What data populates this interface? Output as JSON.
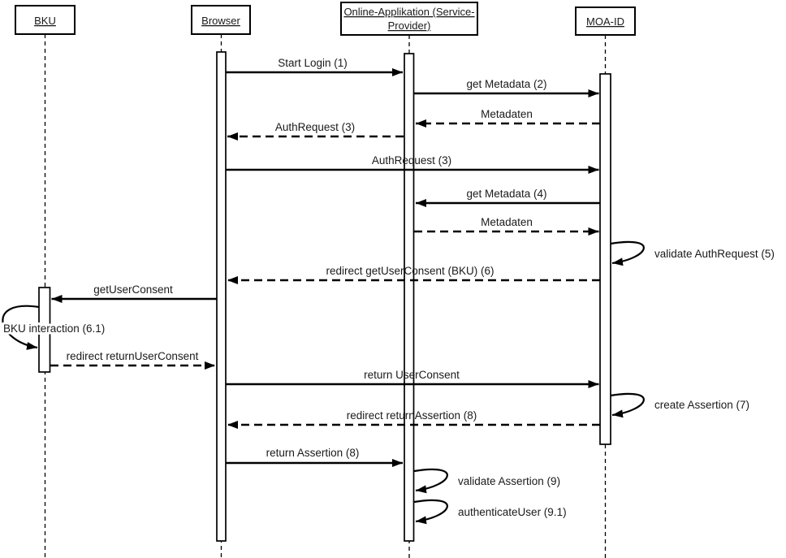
{
  "diagram": {
    "type": "uml-sequence-diagram",
    "colors": {
      "line": "#000000",
      "background": "#ffffff",
      "text": "#1a1a1a"
    },
    "actors": {
      "bku": {
        "label": "BKU"
      },
      "browser": {
        "label": "Browser"
      },
      "online_app": {
        "label_line1": "Online-Applikation (Service-",
        "label_line2": "Provider)"
      },
      "moa_id": {
        "label": "MOA-ID"
      }
    },
    "messages": {
      "start_login": {
        "label": "Start Login (1)",
        "type": "solid",
        "from": "Browser",
        "to": "Online-Applikation"
      },
      "get_metadata_2": {
        "label": "get Metadata (2)",
        "type": "solid",
        "from": "Online-Applikation",
        "to": "MOA-ID"
      },
      "metadaten_1": {
        "label": "Metadaten",
        "type": "dashed",
        "from": "MOA-ID",
        "to": "Online-Applikation"
      },
      "auth_request_3_redirect": {
        "label": "AuthRequest (3)",
        "type": "dashed",
        "from": "Online-Applikation",
        "to": "Browser"
      },
      "auth_request_3_forward": {
        "label": "AuthRequest (3)",
        "type": "solid",
        "from": "Browser",
        "to": "MOA-ID"
      },
      "get_metadata_4": {
        "label": "get Metadata (4)",
        "type": "solid",
        "from": "MOA-ID",
        "to": "Online-Applikation"
      },
      "metadaten_2": {
        "label": "Metadaten",
        "type": "dashed",
        "from": "Online-Applikation",
        "to": "MOA-ID"
      },
      "validate_auth_request": {
        "label": "validate AuthRequest (5)",
        "type": "self",
        "actor": "MOA-ID"
      },
      "redirect_get_user_consent": {
        "label": "redirect getUserConsent (BKU) (6)",
        "type": "dashed",
        "from": "MOA-ID",
        "to": "Browser"
      },
      "get_user_consent": {
        "label": "getUserConsent",
        "type": "solid",
        "from": "Browser",
        "to": "BKU"
      },
      "bku_interaction": {
        "label": "BKU interaction (6.1)",
        "type": "self",
        "actor": "BKU"
      },
      "redirect_return_user_consent": {
        "label": "redirect returnUserConsent",
        "type": "dashed",
        "from": "BKU",
        "to": "Browser"
      },
      "return_user_consent": {
        "label": "return UserConsent",
        "type": "solid",
        "from": "Browser",
        "to": "MOA-ID"
      },
      "create_assertion": {
        "label": "create Assertion (7)",
        "type": "self",
        "actor": "MOA-ID"
      },
      "redirect_return_assertion": {
        "label": "redirect returnAssertion (8)",
        "type": "dashed",
        "from": "MOA-ID",
        "to": "Browser"
      },
      "return_assertion": {
        "label": "return Assertion (8)",
        "type": "solid",
        "from": "Browser",
        "to": "Online-Applikation"
      },
      "validate_assertion": {
        "label": "validate Assertion (9)",
        "type": "self",
        "actor": "Online-Applikation"
      },
      "authenticate_user": {
        "label": "authenticateUser (9.1)",
        "type": "self",
        "actor": "Online-Applikation"
      }
    }
  }
}
